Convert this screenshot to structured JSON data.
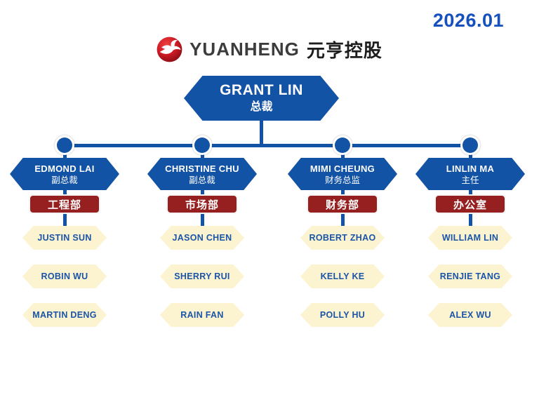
{
  "period": "2026.01",
  "logo": {
    "icon": "bird-in-red-sphere",
    "text_en": "YUANHENG",
    "text_cn": "元亨控股"
  },
  "ceo": {
    "name": "GRANT LIN",
    "title": "总裁"
  },
  "branches": [
    {
      "manager": "EDMOND LAI",
      "title": "副总裁",
      "department": "工程部",
      "members": [
        "JUSTIN SUN",
        "ROBIN WU",
        "MARTIN DENG"
      ]
    },
    {
      "manager": "CHRISTINE CHU",
      "title": "副总裁",
      "department": "市场部",
      "members": [
        "JASON CHEN",
        "SHERRY RUI",
        "RAIN FAN"
      ]
    },
    {
      "manager": "MIMI CHEUNG",
      "title": "财务总监",
      "department": "财务部",
      "members": [
        "ROBERT ZHAO",
        "KELLY KE",
        "POLLY HU"
      ]
    },
    {
      "manager": "LINLIN MA",
      "title": "主任",
      "department": "办公室",
      "members": [
        "WILLIAM LIN",
        "RENJIE TANG",
        "ALEX WU"
      ]
    }
  ],
  "colors": {
    "blue": "#1353a6",
    "red": "#962020",
    "cream": "#fcf3d1",
    "member_text": "#1a55a8",
    "period_text": "#164fbe",
    "logo_text": "#3c3c3c"
  }
}
